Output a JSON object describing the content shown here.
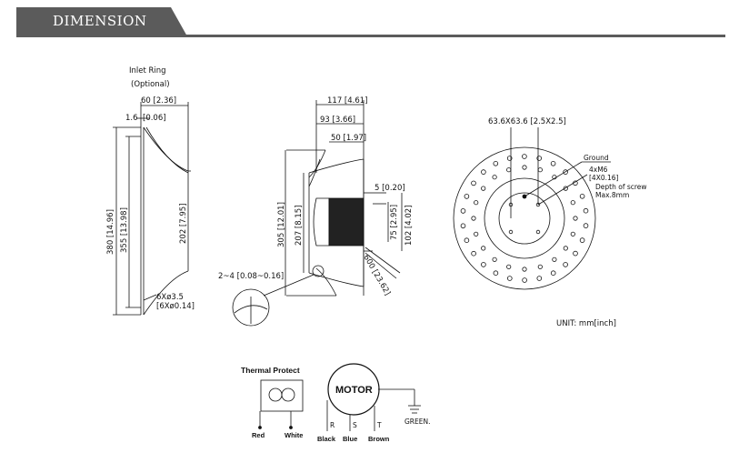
{
  "header": {
    "title": "DIMENSION"
  },
  "inlet_ring": {
    "title": "Inlet Ring",
    "subtitle": "(Optional)",
    "dim_width": "60 [2.36]",
    "dim_thickness_a": "1.6",
    "dim_thickness_b": "[0.06]",
    "dim_outer": "380 [14.96]",
    "dim_mid": "355 [13.98]",
    "dim_inner": "202 [7.95]",
    "holes_a": "6Xø3.5",
    "holes_b": "[6Xø0.14]"
  },
  "side_view": {
    "dim_total": "117 [4.61]",
    "dim_body": "93 [3.66]",
    "dim_hub": "50 [1.97]",
    "dim_gap": "5 [0.20]",
    "dim_height": "305 [12.01]",
    "dim_inlet": "207 [8.15]",
    "dim_motor_a": "75 [2.95]",
    "dim_motor_b": "102 [4.02]",
    "dim_cable": "600 [23.62]",
    "dim_detail": "2~4 [0.08~0.16]"
  },
  "front_view": {
    "dim_pitch": "63.6X63.6 [2.5X2.5]",
    "ground": "Ground",
    "screw_a": "4xM6",
    "screw_b": "[4X0.16]",
    "screw_c": "Depth of screw",
    "screw_d": "Max.8mm",
    "unit": "UNIT: mm[inch]"
  },
  "wiring": {
    "thermal": "Thermal Protect",
    "motor": "MOTOR",
    "red": "Red",
    "white": "White",
    "r": "R",
    "s": "S",
    "t": "T",
    "black": "Black",
    "blue": "Blue",
    "brown": "Brown",
    "green": "GREEN."
  },
  "colors": {
    "header_bg": "#5b5b5b",
    "line": "#111111"
  }
}
